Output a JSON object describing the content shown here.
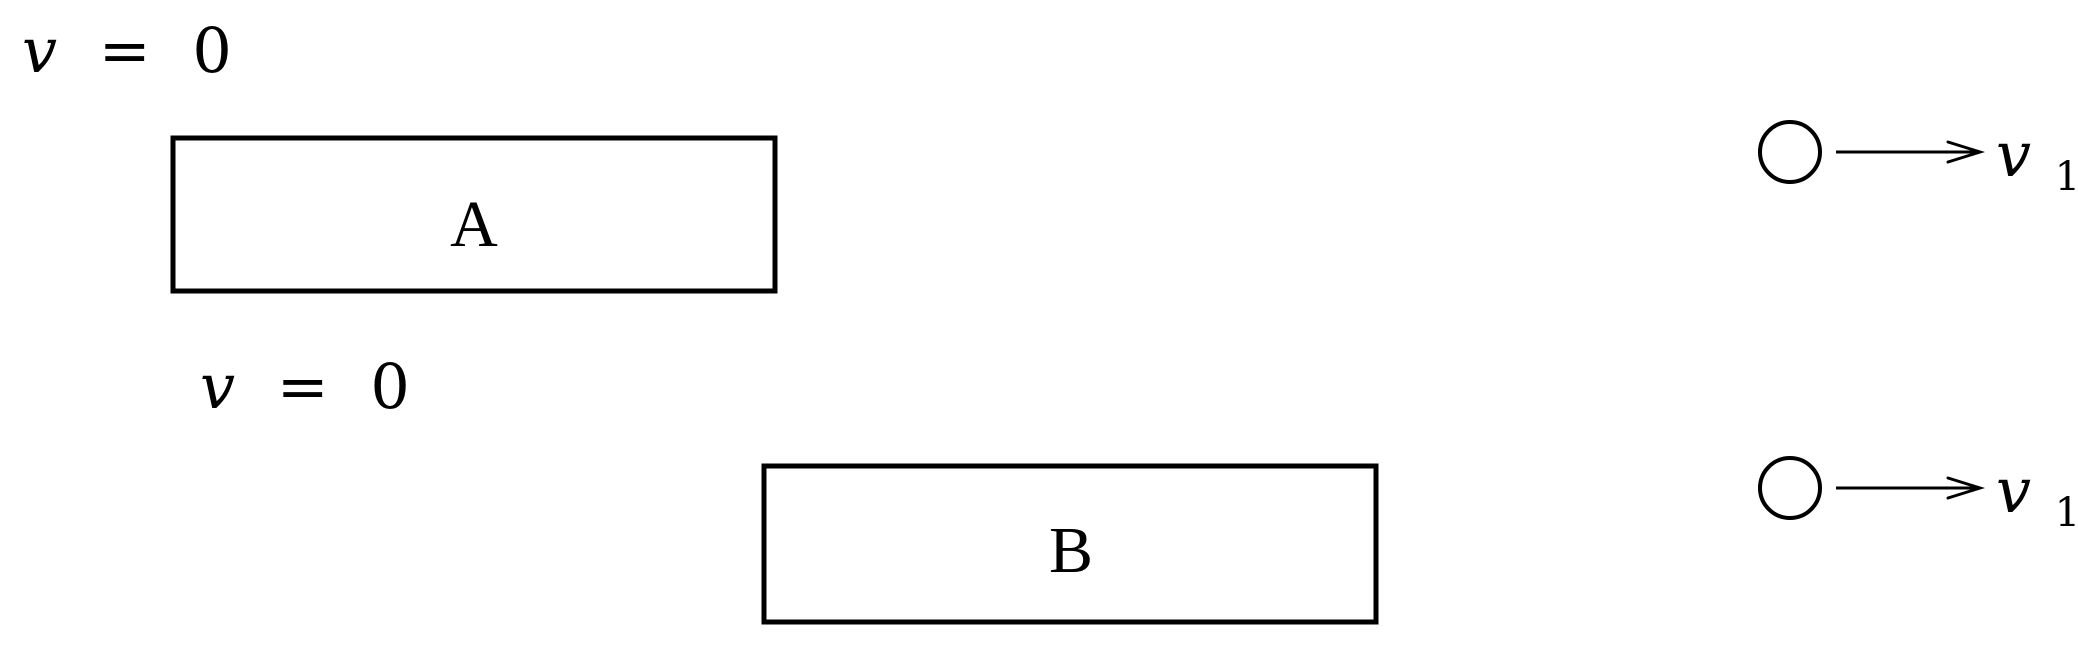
{
  "labels": {
    "velocity_a": {
      "symbol": "v",
      "operator": "=",
      "value": "0"
    },
    "velocity_b": {
      "symbol": "v",
      "operator": "=",
      "value": "0"
    },
    "ball_velocity_1": {
      "symbol": "v",
      "subscript": "1"
    },
    "ball_velocity_2": {
      "symbol": "v",
      "subscript": "1"
    }
  },
  "blocks": {
    "a": "A",
    "b": "B"
  }
}
